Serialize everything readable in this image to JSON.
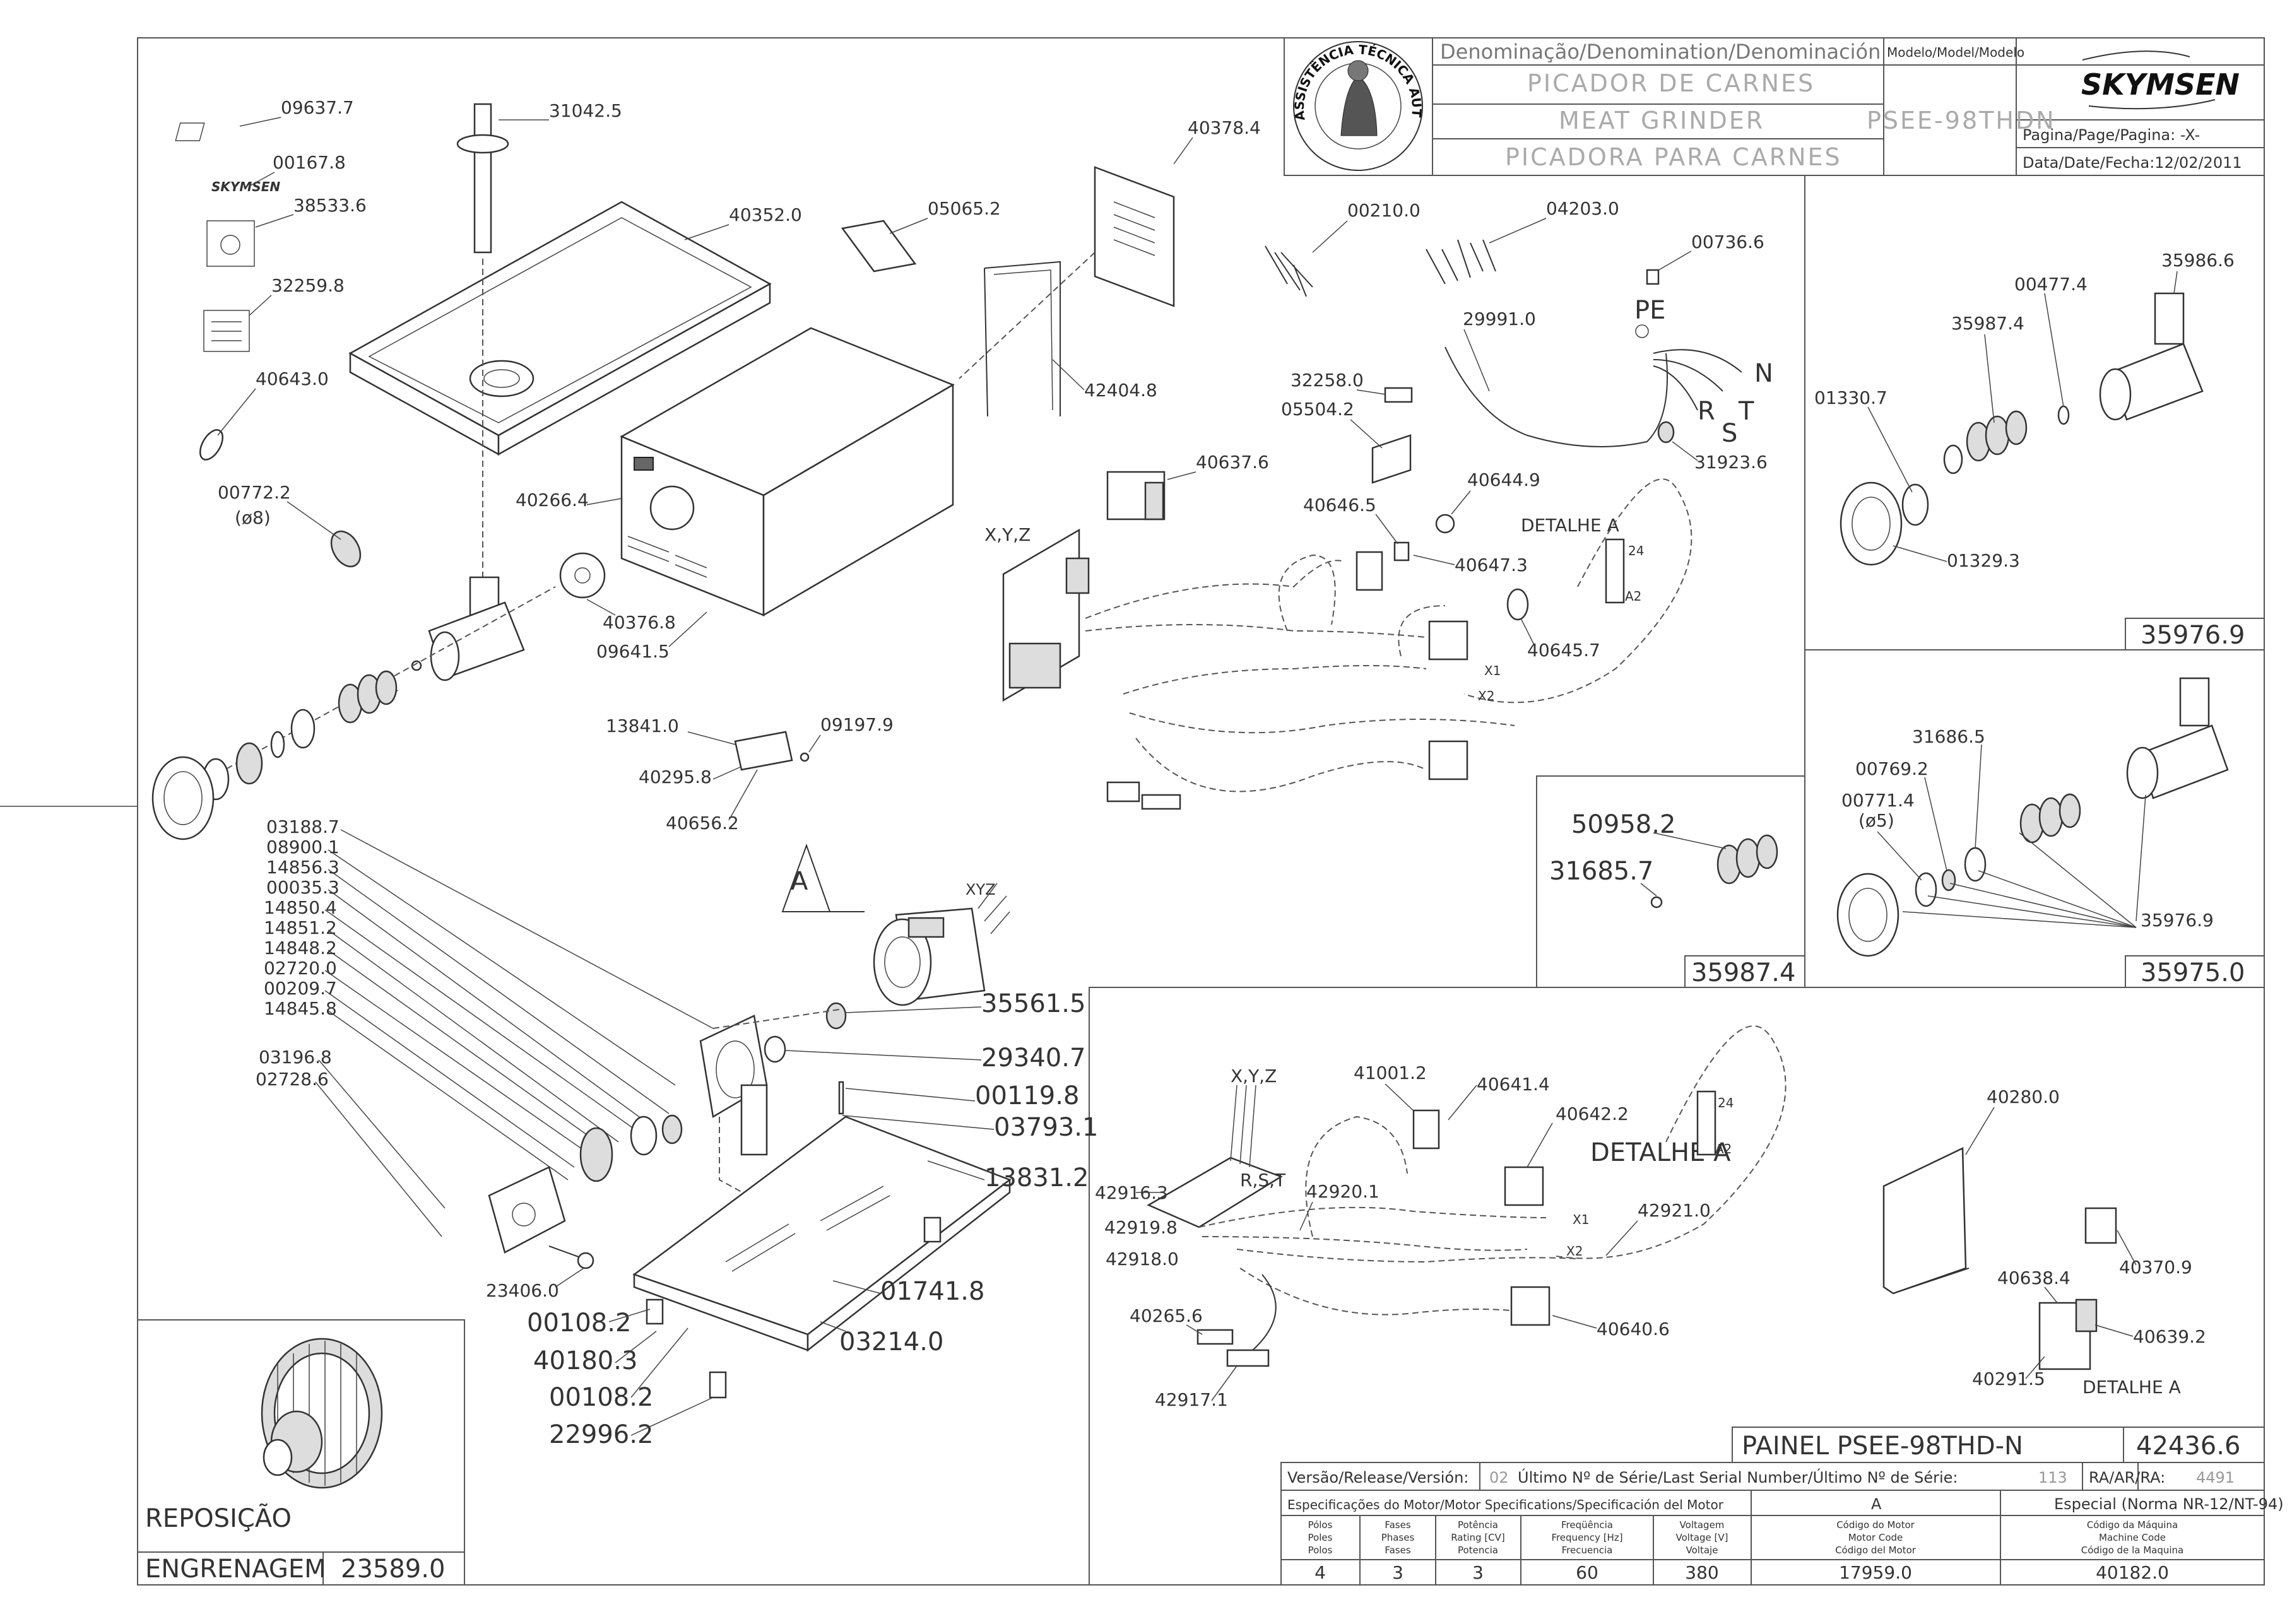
{
  "title_block": {
    "denomination_label": "Denominação/Denomination/Denominación",
    "model_label": "Modelo/Model/Modelo",
    "name_pt": "PICADOR DE CARNES",
    "name_en": "MEAT GRINDER",
    "name_es": "PICADORA PARA CARNES",
    "model": "PSEE-98THDN",
    "brand": "SKYMSEN",
    "page_label": "Pagina/Page/Pagina: -X-",
    "date_label": "Data/Date/Fecha:12/02/2011",
    "seal_text": "ASSISTÊNCIA TÉCNICA AUTORIZADA"
  },
  "main_parts": [
    "09637.7",
    "00167.8",
    "38533.6",
    "32259.8",
    "40643.0",
    "00772.2",
    "(ø8)",
    "31042.5",
    "40352.0",
    "40266.4",
    "40376.8",
    "09641.5",
    "05065.2",
    "40378.4",
    "42404.8",
    "13841.0",
    "09197.9",
    "40295.8",
    "40656.2"
  ],
  "electric_parts": [
    "00210.0",
    "04203.0",
    "00736.6",
    "29991.0",
    "PE",
    "N",
    "R",
    "T",
    "S",
    "32258.0",
    "05504.2",
    "31923.6",
    "40637.6",
    "X,Y,Z",
    "40644.9",
    "40646.5",
    "40647.3",
    "40645.7",
    "DETALHE A"
  ],
  "motor_parts": [
    "03188.7",
    "08900.1",
    "14856.3",
    "00035.3",
    "14850.4",
    "14851.2",
    "14848.2",
    "02720.0",
    "00209.7",
    "14845.8",
    "03196.8",
    "02728.6",
    "23406.0",
    "35561.5",
    "29340.7",
    "00119.8",
    "03793.1",
    "13831.2",
    "01741.8",
    "03214.0",
    "00108.2",
    "40180.3",
    "00108.2",
    "22996.2",
    "A",
    "XYZ"
  ],
  "kit_35976": {
    "parts": [
      "35986.6",
      "00477.4",
      "35987.4",
      "01330.7",
      "01329.3"
    ],
    "code": "35976.9"
  },
  "kit_35987": {
    "parts": [
      "50958.2",
      "31685.7"
    ],
    "code": "35987.4"
  },
  "kit_35975": {
    "parts": [
      "31686.5",
      "00769.2",
      "00771.4",
      "(ø5)",
      "35976.9"
    ],
    "code": "35975.0"
  },
  "panel_parts": [
    "X,Y,Z",
    "41001.2",
    "40641.4",
    "40642.2",
    "DETALHE A",
    "42916.3",
    "R,S,T",
    "42920.1",
    "42919.8",
    "42921.0",
    "42918.0",
    "40265.6",
    "42917.1",
    "40640.6",
    "40280.0",
    "40370.9",
    "40638.4",
    "40639.2",
    "40291.5",
    "DETALHE A"
  ],
  "panel": {
    "name": "PAINEL PSEE-98THD-N",
    "code": "42436.6"
  },
  "replacement": {
    "label": "REPOSIÇÃO",
    "part_name": "ENGRENAGEM",
    "part_code": "23589.0"
  },
  "release_table": {
    "version_label": "Versão/Release/Versión:",
    "version": "02",
    "serial_label": "Último Nº de Série/Last Serial Number/Último Nº de Série:",
    "serial": "113",
    "ra_label": "RA/AR/RA:",
    "ra": "4491",
    "motor_spec_label": "Especificações do Motor/Motor Specifications/Specificación del Motor",
    "motor_class": "A",
    "special_label": "Especial (Norma NR-12/NT-94)",
    "columns": [
      {
        "header": [
          "Pólos",
          "Poles",
          "Polos"
        ],
        "value": "4"
      },
      {
        "header": [
          "Fases",
          "Phases",
          "Fases"
        ],
        "value": "3"
      },
      {
        "header": [
          "Potência",
          "Rating [CV]",
          "Potencia"
        ],
        "value": "3"
      },
      {
        "header": [
          "Freqüência",
          "Frequency [Hz]",
          "Frecuencia"
        ],
        "value": "60"
      },
      {
        "header": [
          "Voltagem",
          "Voltage [V]",
          "Voltaje"
        ],
        "value": "380"
      },
      {
        "header": [
          "Código do Motor",
          "Motor Code",
          "Código del Motor"
        ],
        "value": "17959.0"
      },
      {
        "header": [
          "Código da Máquina",
          "Machine Code",
          "Código de la Maquina"
        ],
        "value": "40182.0"
      }
    ]
  },
  "detail_labels": {
    "a1": "24",
    "a2": "A2",
    "x1": "X1",
    "x2": "X2"
  }
}
